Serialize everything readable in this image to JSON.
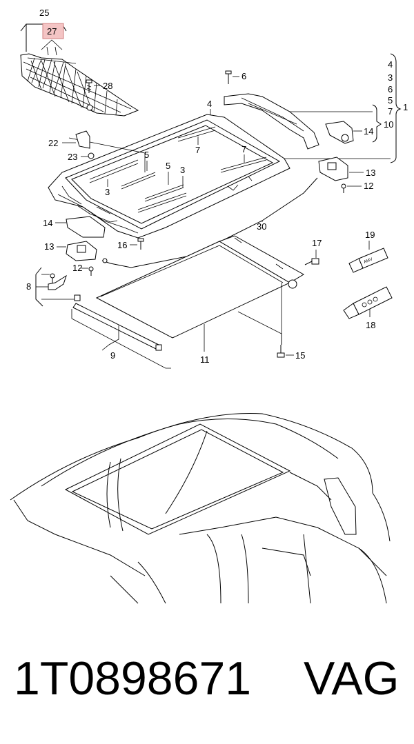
{
  "labels": {
    "l25": "25",
    "l27": "27",
    "l28": "28",
    "l6": "6",
    "l4": "4",
    "r4": "4",
    "r3": "3",
    "r6": "6",
    "r5": "5",
    "r7": "7",
    "r10": "10",
    "r1": "1",
    "l14a": "14",
    "l22": "22",
    "l23": "23",
    "l7a": "7",
    "l7b": "7",
    "l5a": "5",
    "l5b": "5",
    "l3a": "3",
    "l3b": "3",
    "l13a": "13",
    "l12a": "12",
    "l14b": "14",
    "l13b": "13",
    "l30": "30",
    "l16": "16",
    "l12b": "12",
    "l17": "17",
    "l19": "19",
    "l8": "8",
    "l18": "18",
    "l9": "9",
    "l11": "11",
    "l15": "15"
  },
  "tube_label": "AMV",
  "highlight_color": "#f4c4c4",
  "footer": {
    "part_number": "1T0898671",
    "brand": "VAG"
  }
}
